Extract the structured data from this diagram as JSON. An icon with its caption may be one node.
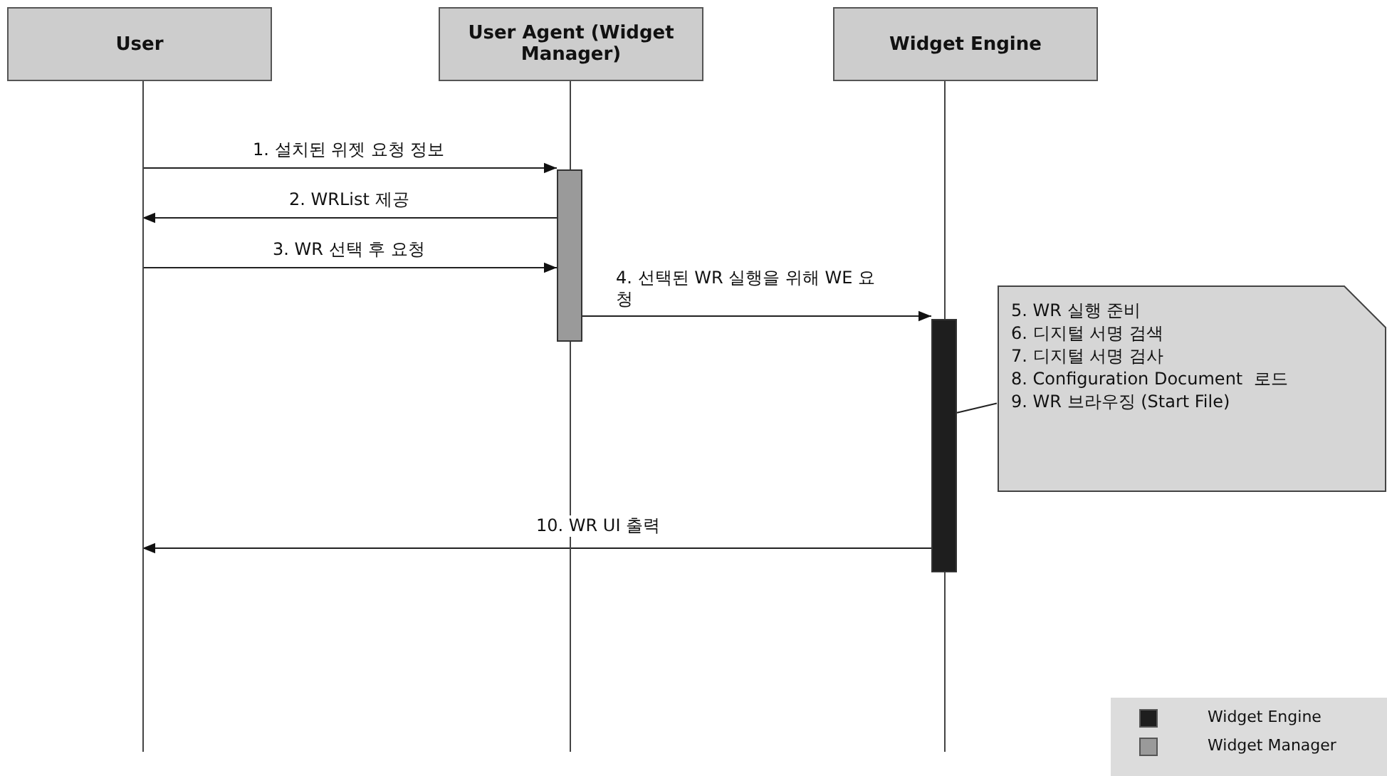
{
  "diagram": {
    "nodes": [
      {
        "text": [
          "User"
        ]
      },
      {
        "text": [
          "User Agent (Widget Manager)"
        ]
      },
      {
        "text": [
          "Widget Engine"
        ]
      },
      {
        "text": [],
        "shape": "bar",
        "in": 1
      },
      {
        "text": [],
        "shape": "bar",
        "in": 2
      },
      {
        "text": [
          "5. WR 실행 준비",
          "6. 디지털 서명 검색",
          "7. 디지털 서명 검사",
          "8. Configuration Document  로드",
          "9. WR 브라우징 (Start File)"
        ]
      }
    ],
    "edges": [
      {
        "from": 0,
        "to": 3,
        "arrow": "to",
        "label": "1. 설치된 위젯 요청 정보"
      },
      {
        "from": 3,
        "to": 0,
        "arrow": "to",
        "label": "2. WRList 제공"
      },
      {
        "from": 0,
        "to": 3,
        "arrow": "to",
        "label": "3. WR 선택 후 요청"
      },
      {
        "from": 3,
        "to": 4,
        "arrow": "to",
        "label": "4. 선택된 WR 실행을 위해 WE 요청"
      },
      {
        "from": 4,
        "to": 0,
        "arrow": "to",
        "label": "10. WR UI 출력"
      },
      {
        "from": 5,
        "to": 4,
        "arrow": "none"
      }
    ],
    "legend": [
      {
        "text": "Widget Engine",
        "color": "#1e1e1e"
      },
      {
        "text": "Widget Manager",
        "color": "#9a9a9a"
      }
    ]
  }
}
